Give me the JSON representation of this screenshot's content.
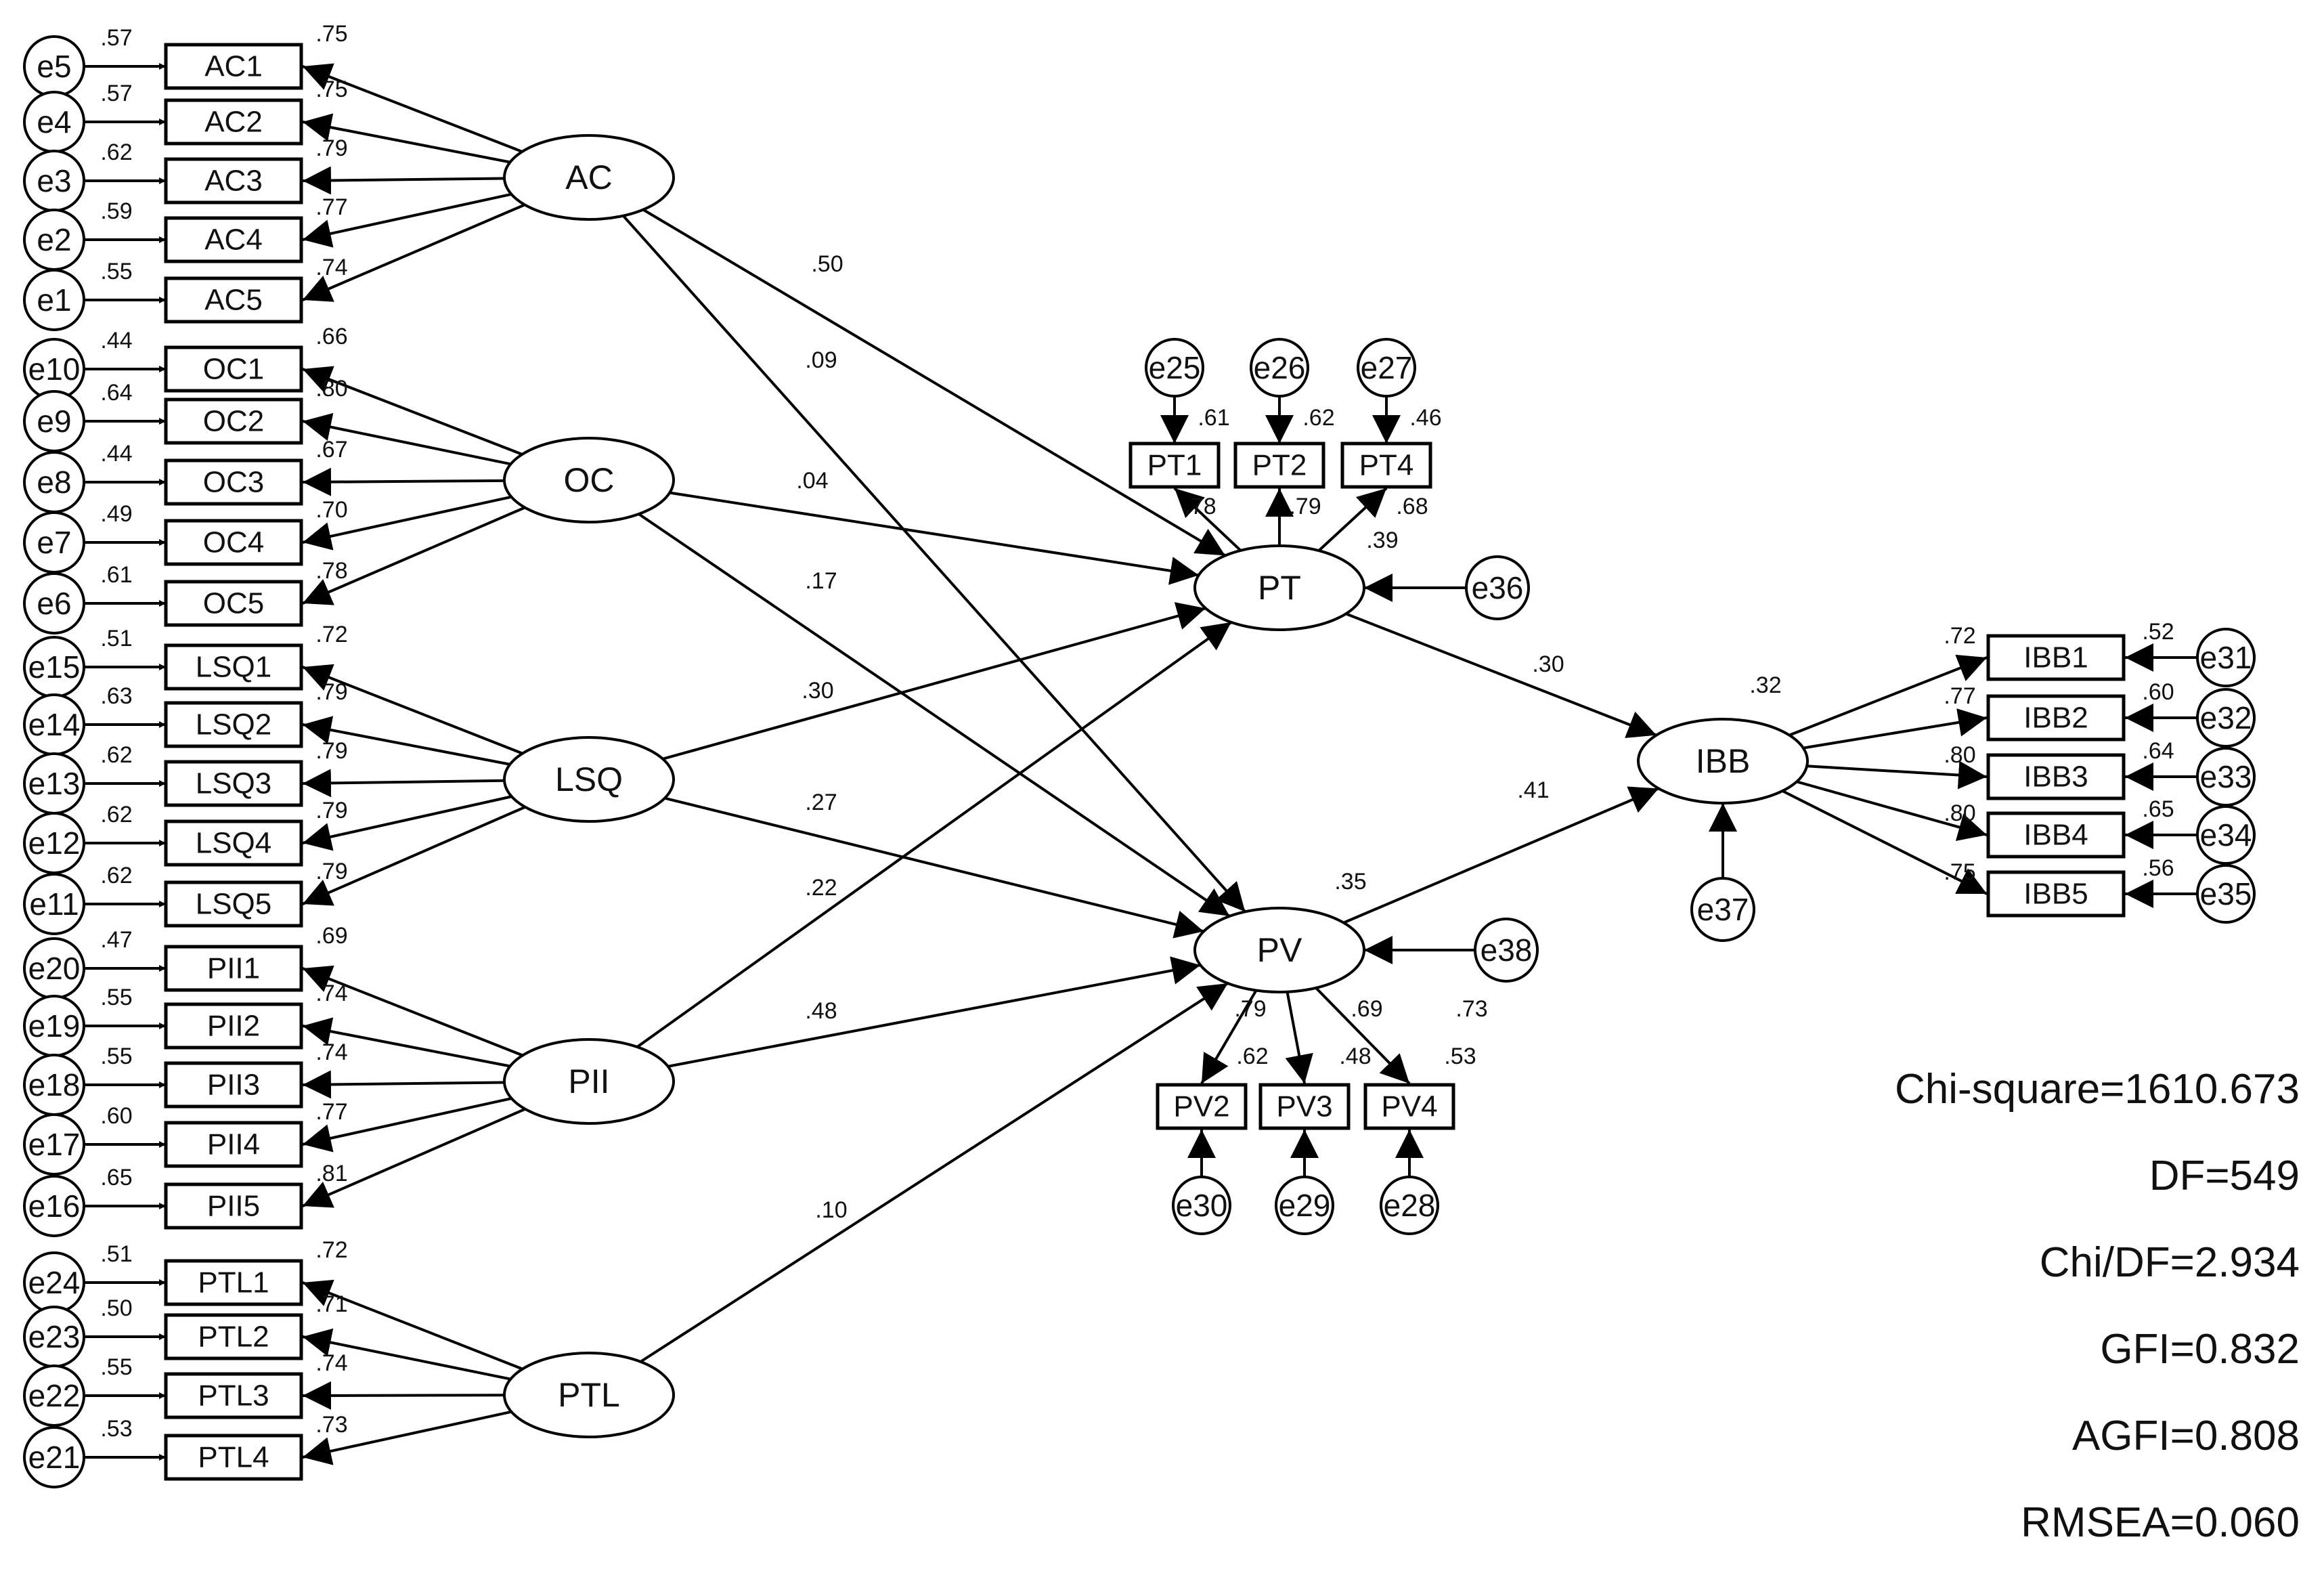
{
  "colors": {
    "stroke": "#000000",
    "fill": "#ffffff",
    "text": "#111111"
  },
  "latent": [
    {
      "id": "AC",
      "label": "AC"
    },
    {
      "id": "OC",
      "label": "OC"
    },
    {
      "id": "LSQ",
      "label": "LSQ"
    },
    {
      "id": "PII",
      "label": "PII"
    },
    {
      "id": "PTL",
      "label": "PTL"
    },
    {
      "id": "PT",
      "label": "PT",
      "r2": ""
    },
    {
      "id": "PV",
      "label": "PV",
      "r2": ".35"
    },
    {
      "id": "IBB",
      "label": "IBB",
      "r2": ".32"
    }
  ],
  "left_indicators": [
    {
      "factor": "AC",
      "items": [
        {
          "label": "AC1",
          "error": "e5",
          "r2": ".57",
          "loading": ".75"
        },
        {
          "label": "AC2",
          "error": "e4",
          "r2": ".57",
          "loading": ".75"
        },
        {
          "label": "AC3",
          "error": "e3",
          "r2": ".62",
          "loading": ".79"
        },
        {
          "label": "AC4",
          "error": "e2",
          "r2": ".59",
          "loading": ".77"
        },
        {
          "label": "AC5",
          "error": "e1",
          "r2": ".55",
          "loading": ".74"
        }
      ]
    },
    {
      "factor": "OC",
      "items": [
        {
          "label": "OC1",
          "error": "e10",
          "r2": ".44",
          "loading": ".66"
        },
        {
          "label": "OC2",
          "error": "e9",
          "r2": ".64",
          "loading": ".80"
        },
        {
          "label": "OC3",
          "error": "e8",
          "r2": ".44",
          "loading": ".67"
        },
        {
          "label": "OC4",
          "error": "e7",
          "r2": ".49",
          "loading": ".70"
        },
        {
          "label": "OC5",
          "error": "e6",
          "r2": ".61",
          "loading": ".78"
        }
      ]
    },
    {
      "factor": "LSQ",
      "items": [
        {
          "label": "LSQ1",
          "error": "e15",
          "r2": ".51",
          "loading": ".72"
        },
        {
          "label": "LSQ2",
          "error": "e14",
          "r2": ".63",
          "loading": ".79"
        },
        {
          "label": "LSQ3",
          "error": "e13",
          "r2": ".62",
          "loading": ".79"
        },
        {
          "label": "LSQ4",
          "error": "e12",
          "r2": ".62",
          "loading": ".79"
        },
        {
          "label": "LSQ5",
          "error": "e11",
          "r2": ".62",
          "loading": ".79"
        }
      ]
    },
    {
      "factor": "PII",
      "items": [
        {
          "label": "PII1",
          "error": "e20",
          "r2": ".47",
          "loading": ".69"
        },
        {
          "label": "PII2",
          "error": "e19",
          "r2": ".55",
          "loading": ".74"
        },
        {
          "label": "PII3",
          "error": "e18",
          "r2": ".55",
          "loading": ".74"
        },
        {
          "label": "PII4",
          "error": "e17",
          "r2": ".60",
          "loading": ".77"
        },
        {
          "label": "PII5",
          "error": "e16",
          "r2": ".65",
          "loading": ".81"
        }
      ]
    },
    {
      "factor": "PTL",
      "items": [
        {
          "label": "PTL1",
          "error": "e24",
          "r2": ".51",
          "loading": ".72"
        },
        {
          "label": "PTL2",
          "error": "e23",
          "r2": ".50",
          "loading": ".71"
        },
        {
          "label": "PTL3",
          "error": "e22",
          "r2": ".55",
          "loading": ".74"
        },
        {
          "label": "PTL4",
          "error": "e21",
          "r2": ".53",
          "loading": ".73"
        }
      ]
    }
  ],
  "pt_indicators": [
    {
      "label": "PT1",
      "error": "e25",
      "r2": ".61",
      "loading": ".78"
    },
    {
      "label": "PT2",
      "error": "e26",
      "r2": ".62",
      "loading": ".79"
    },
    {
      "label": "PT4",
      "error": "e27",
      "r2": ".46",
      "loading": ".68"
    }
  ],
  "pv_indicators": [
    {
      "label": "PV2",
      "error": "e30",
      "r2": ".62",
      "loading": ".79"
    },
    {
      "label": "PV3",
      "error": "e29",
      "r2": ".48",
      "loading": ".69"
    },
    {
      "label": "PV4",
      "error": "e28",
      "r2": ".53",
      "loading": ".73"
    }
  ],
  "ibb_indicators": [
    {
      "label": "IBB1",
      "error": "e31",
      "r2": ".52",
      "loading": ".72"
    },
    {
      "label": "IBB2",
      "error": "e32",
      "r2": ".60",
      "loading": ".77"
    },
    {
      "label": "IBB3",
      "error": "e33",
      "r2": ".64",
      "loading": ".80"
    },
    {
      "label": "IBB4",
      "error": "e34",
      "r2": ".65",
      "loading": ".80"
    },
    {
      "label": "IBB5",
      "error": "e35",
      "r2": ".56",
      "loading": ".75"
    }
  ],
  "disturbances": [
    {
      "latent": "PT",
      "error": "e36"
    },
    {
      "latent": "PV",
      "error": "e38"
    },
    {
      "latent": "IBB",
      "error": "e37"
    }
  ],
  "paths": [
    {
      "from": "AC",
      "to": "PT",
      "coef": ".50"
    },
    {
      "from": "AC",
      "to": "PV",
      "coef": ".09"
    },
    {
      "from": "OC",
      "to": "PT",
      "coef": ".04"
    },
    {
      "from": "OC",
      "to": "PV",
      "coef": ".17"
    },
    {
      "from": "LSQ",
      "to": "PT",
      "coef": ".30"
    },
    {
      "from": "LSQ",
      "to": "PV",
      "coef": ".27"
    },
    {
      "from": "PII",
      "to": "PT",
      "coef": ".22"
    },
    {
      "from": "PII",
      "to": "PV",
      "coef": ".48"
    },
    {
      "from": "PTL",
      "to": "PV",
      "coef": ".10"
    },
    {
      "from": "PT",
      "to": "IBB",
      "coef": ".30"
    },
    {
      "from": "PV",
      "to": "IBB",
      "coef": ".41"
    }
  ],
  "extra_labels": [
    {
      "text": ".39",
      "near": "PT4"
    }
  ],
  "fit_stats": {
    "chi_square": "Chi-square=1610.673",
    "df": "DF=549",
    "chi_df": "Chi/DF=2.934",
    "gfi": "GFI=0.832",
    "agfi": "AGFI=0.808",
    "rmsea": "RMSEA=0.060"
  }
}
